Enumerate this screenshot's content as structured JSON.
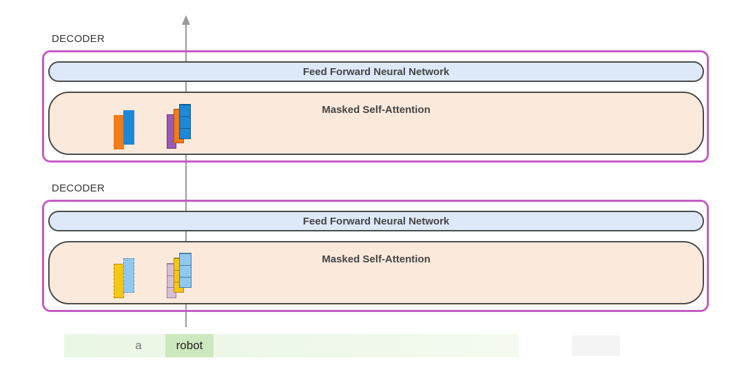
{
  "blocks": [
    {
      "label": "DECODER",
      "ffnn_label": "Feed Forward Neural Network",
      "attention_label": "Masked Self-Attention",
      "vector_colors": [
        "#ef7d1a",
        "#1e88d8",
        "#9b59b6"
      ]
    },
    {
      "label": "DECODER",
      "ffnn_label": "Feed Forward Neural Network",
      "attention_label": "Masked Self-Attention",
      "vector_colors": [
        "#f5c518",
        "#90c8ef",
        "#d8bfd8"
      ]
    }
  ],
  "tokens": {
    "faded": "",
    "second": "a",
    "current": "robot"
  },
  "colors": {
    "block_border": "#c55ac4",
    "ffnn_fill": "#dde9f8",
    "attention_fill": "#fbe9dc",
    "arrow": "#999999",
    "current_token_bg": "#cde8bf"
  }
}
